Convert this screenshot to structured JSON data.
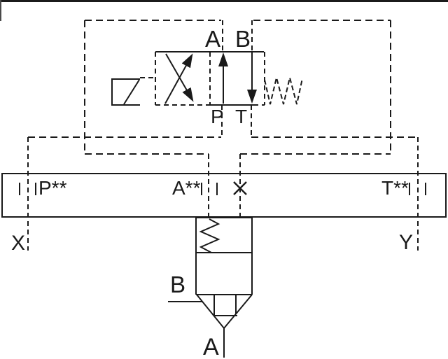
{
  "colors": {
    "line": "#1a1a1a",
    "background": "#ffffff"
  },
  "pilot_valve": {
    "port_top_left": "A",
    "port_top_right": "B",
    "port_bottom_left": "P",
    "port_bottom_right": "T"
  },
  "cover_plate": {
    "port_left": "P**",
    "port_center": "A**",
    "port_right": "T**"
  },
  "external_ports": {
    "left": "X",
    "right": "Y"
  },
  "cartridge": {
    "side_port": "B",
    "bottom_port": "A"
  }
}
